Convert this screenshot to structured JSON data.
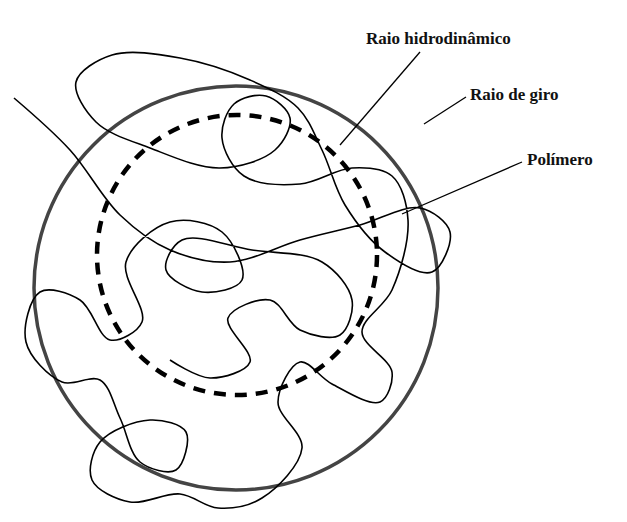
{
  "diagram": {
    "labels": [
      "Raio hidrodinâmico",
      "Raio de giro",
      "Polímero"
    ]
  }
}
